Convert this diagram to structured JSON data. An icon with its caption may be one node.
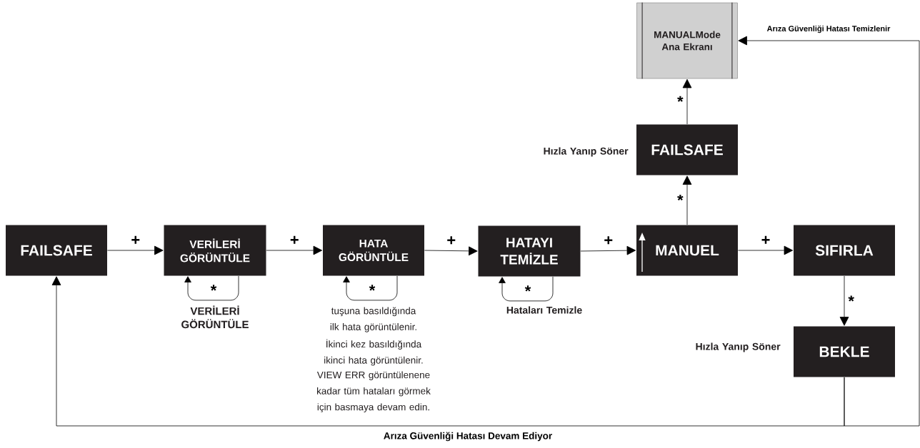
{
  "diagram": {
    "nodes": [
      {
        "text": [
          "FAILSAFE"
        ]
      },
      {
        "text": [
          "VERİLERİ GÖRÜNTÜLE"
        ],
        "beside": [
          "VERİLERİ GÖRÜNTÜLE"
        ]
      },
      {
        "text": [
          "HATA GÖRÜNTÜLE"
        ],
        "beside": [
          "tuşuna basıldığında ilk hata görüntülenir.",
          "İkinci kez basıldığında ikinci hata görüntülenir.",
          "VIEW ERR görüntülenene kadar tüm hataları görmek için basmaya devam edin."
        ]
      },
      {
        "text": [
          "HATAYI TEMİZLE"
        ],
        "beside": [
          "Hataları Temizle"
        ]
      },
      {
        "text": [
          "MANUEL"
        ]
      },
      {
        "text": [
          "SIFIRLA"
        ]
      },
      {
        "text": [
          "BEKLE"
        ],
        "beside": [
          "Hızla Yanıp Söner"
        ]
      },
      {
        "text": [
          "FAILSAFE"
        ],
        "beside": [
          "Hızla Yanıp Söner"
        ]
      },
      {
        "text": [
          "MANUALMode Ana Ekranı"
        ]
      }
    ],
    "edges": [
      {
        "from": 0,
        "to": 1,
        "arrow": "to",
        "label": "+"
      },
      {
        "from": 1,
        "to": 2,
        "arrow": "to",
        "label": "+"
      },
      {
        "from": 2,
        "to": 3,
        "arrow": "to",
        "label": "+"
      },
      {
        "from": 3,
        "to": 4,
        "arrow": "to",
        "label": "+"
      },
      {
        "from": 4,
        "to": 5,
        "arrow": "to",
        "label": "+"
      },
      {
        "from": 5,
        "to": 6,
        "arrow": "to",
        "label": "*"
      },
      {
        "from": 4,
        "to": 7,
        "arrow": "to",
        "label": "*"
      },
      {
        "from": 7,
        "to": 8,
        "arrow": "to",
        "label": "*"
      },
      {
        "from": 1,
        "to": 1,
        "arrow": "to",
        "label": "*"
      },
      {
        "from": 2,
        "to": 2,
        "arrow": "to",
        "label": "*"
      },
      {
        "from": 3,
        "to": 3,
        "arrow": "to",
        "label": "*"
      },
      {
        "from": 6,
        "to": 8,
        "arrow": "to",
        "label": "Arıza Güvenliği Hatası Temizlenir"
      },
      {
        "from": 6,
        "to": 0,
        "arrow": "to",
        "label": "Arıza Güvenliği Hatası Devam Ediyor"
      }
    ]
  }
}
